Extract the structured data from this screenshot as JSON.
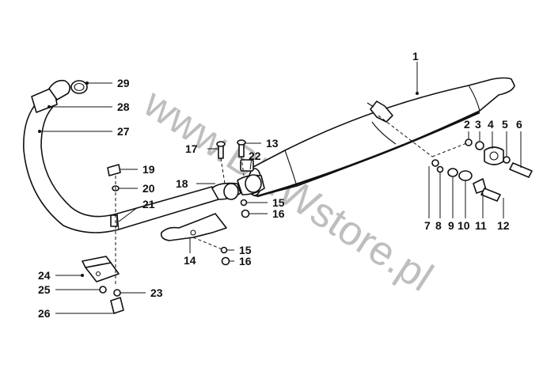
{
  "watermark": "www.BMWstore.pl",
  "callouts": [
    "1",
    "2",
    "3",
    "4",
    "5",
    "6",
    "7",
    "8",
    "9",
    "10",
    "11",
    "12",
    "13",
    "14",
    "15",
    "15",
    "16",
    "16",
    "17",
    "18",
    "19",
    "20",
    "21",
    "22",
    "23",
    "24",
    "25",
    "26",
    "27",
    "28",
    "29"
  ]
}
